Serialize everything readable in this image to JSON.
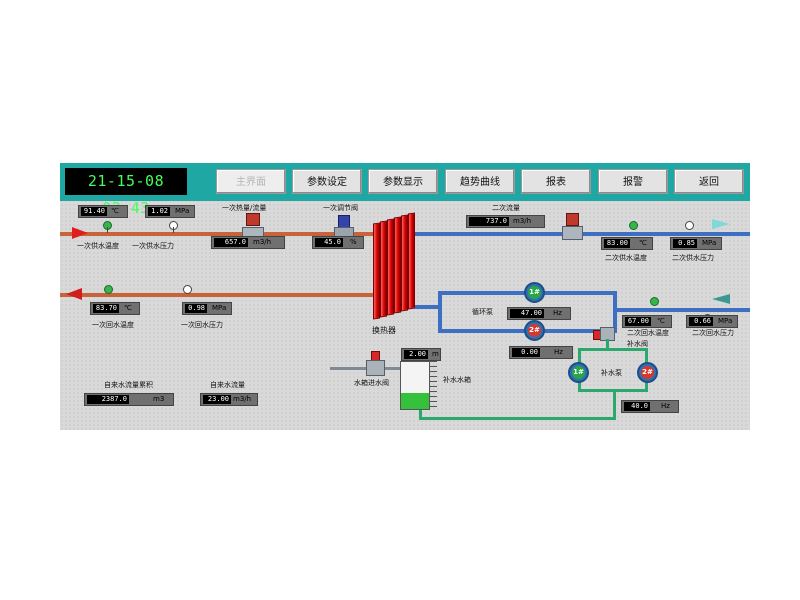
{
  "clock": "21-15-08   02:43",
  "nav": [
    "主界面",
    "参数设定",
    "参数显示",
    "趋势曲线",
    "报表",
    "报警",
    "返回"
  ],
  "primary_supply": {
    "temp_value": "91.40",
    "temp_unit": "℃",
    "pressure_value": "1.02",
    "pressure_unit": "MPa",
    "temp_label": "一次供水温度",
    "pressure_label": "一次供水压力"
  },
  "primary_flow": {
    "label": "一次热量/流量",
    "value": "657.0",
    "unit": "m3/h"
  },
  "regulating_valve": {
    "label": "一次调节阀",
    "value": "45.0",
    "unit": "%"
  },
  "primary_return": {
    "temp_value": "83.70",
    "temp_unit": "℃",
    "pressure_value": "0.98",
    "pressure_unit": "MPa",
    "temp_label": "一次回水温度",
    "pressure_label": "一次回水压力"
  },
  "heat_exchanger": {
    "label": "换热器"
  },
  "secondary_flow": {
    "label": "二次流量",
    "value": "737.0",
    "unit": "m3/h"
  },
  "secondary_supply": {
    "temp_value": "83.00",
    "temp_unit": "℃",
    "pressure_value": "0.85",
    "pressure_unit": "MPa",
    "temp_label": "二次供水温度",
    "pressure_label": "二次供水压力"
  },
  "circulation_pump": {
    "label": "循环泵",
    "pump1": "1#",
    "pump2": "2#",
    "freq_value": "47.00",
    "freq_unit": "Hz",
    "freq2_value": "0.00",
    "freq2_unit": "Hz"
  },
  "secondary_return": {
    "temp_value": "67.00",
    "temp_unit": "℃",
    "pressure_value": "0.66",
    "pressure_unit": "MPa",
    "temp_label": "二次回水温度",
    "pressure_label": "二次回水压力"
  },
  "makeup_valve": {
    "label": "补水阀"
  },
  "makeup_pump": {
    "label": "补水泵",
    "pump1": "1#",
    "pump2": "2#",
    "freq_value": "40.0",
    "freq_unit": "Hz"
  },
  "tank": {
    "label": "补水水箱",
    "level_value": "2.00",
    "level_unit": "m",
    "level_fraction": 0.35
  },
  "tank_inlet_valve": {
    "label": "水箱进水阀"
  },
  "tap_water_total": {
    "label": "自来水流量累积",
    "value": "2387.0",
    "unit": "m3"
  },
  "tap_water_flow": {
    "label": "自来水流量",
    "value": "23.00",
    "unit": "m3/h"
  },
  "colors": {
    "teal": "#1fa7a4",
    "red_pipe": "#c9643a",
    "blue_pipe": "#3d6fc2",
    "green_pipe": "#2aa86d"
  }
}
